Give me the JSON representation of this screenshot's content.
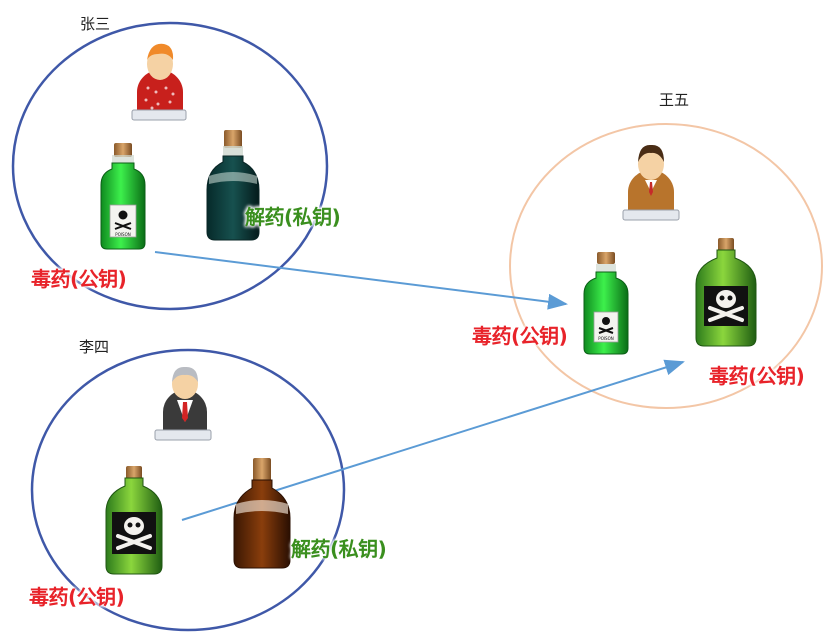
{
  "people": {
    "zhangsan": {
      "name": "张三"
    },
    "lisi": {
      "name": "李四"
    },
    "wangwu": {
      "name": "王五"
    }
  },
  "labels": {
    "zhangsan_public": "毒药(公钥)",
    "zhangsan_private": "解药(私钥)",
    "lisi_public": "毒药(公钥)",
    "lisi_private": "解药(私钥)",
    "wangwu_public_a": "毒药(公钥)",
    "wangwu_public_b": "毒药(公钥)"
  },
  "bottle_text": {
    "poison": "POISON"
  },
  "colors": {
    "circle_blue": "#3f58a8",
    "circle_peach": "#f3c6a6",
    "arrow": "#5b9bd5",
    "public_label": "#e8232a",
    "private_label": "#3a8f1e"
  }
}
